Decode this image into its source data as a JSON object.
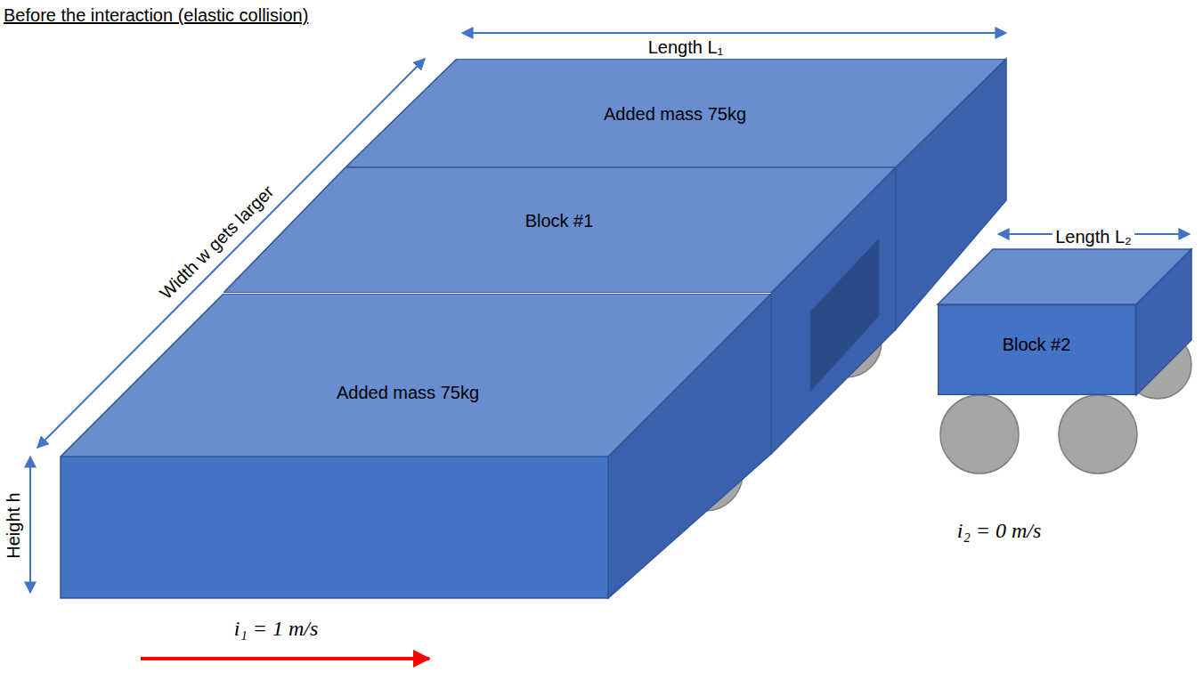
{
  "diagram": {
    "title": "Before the interaction (elastic collision)",
    "nodes": [
      {
        "text": [
          "Added mass 75kg"
        ]
      },
      {
        "text": [
          "Block #1"
        ]
      },
      {
        "text": [
          "Added mass 75kg"
        ]
      },
      {
        "text": [
          "Block #2"
        ]
      }
    ],
    "labels": [
      "Length L₁",
      "Width w gets larger",
      "Height h",
      "Length L₂",
      "i₂ = 0 m/s",
      "i₁ = 1 m/s"
    ]
  }
}
